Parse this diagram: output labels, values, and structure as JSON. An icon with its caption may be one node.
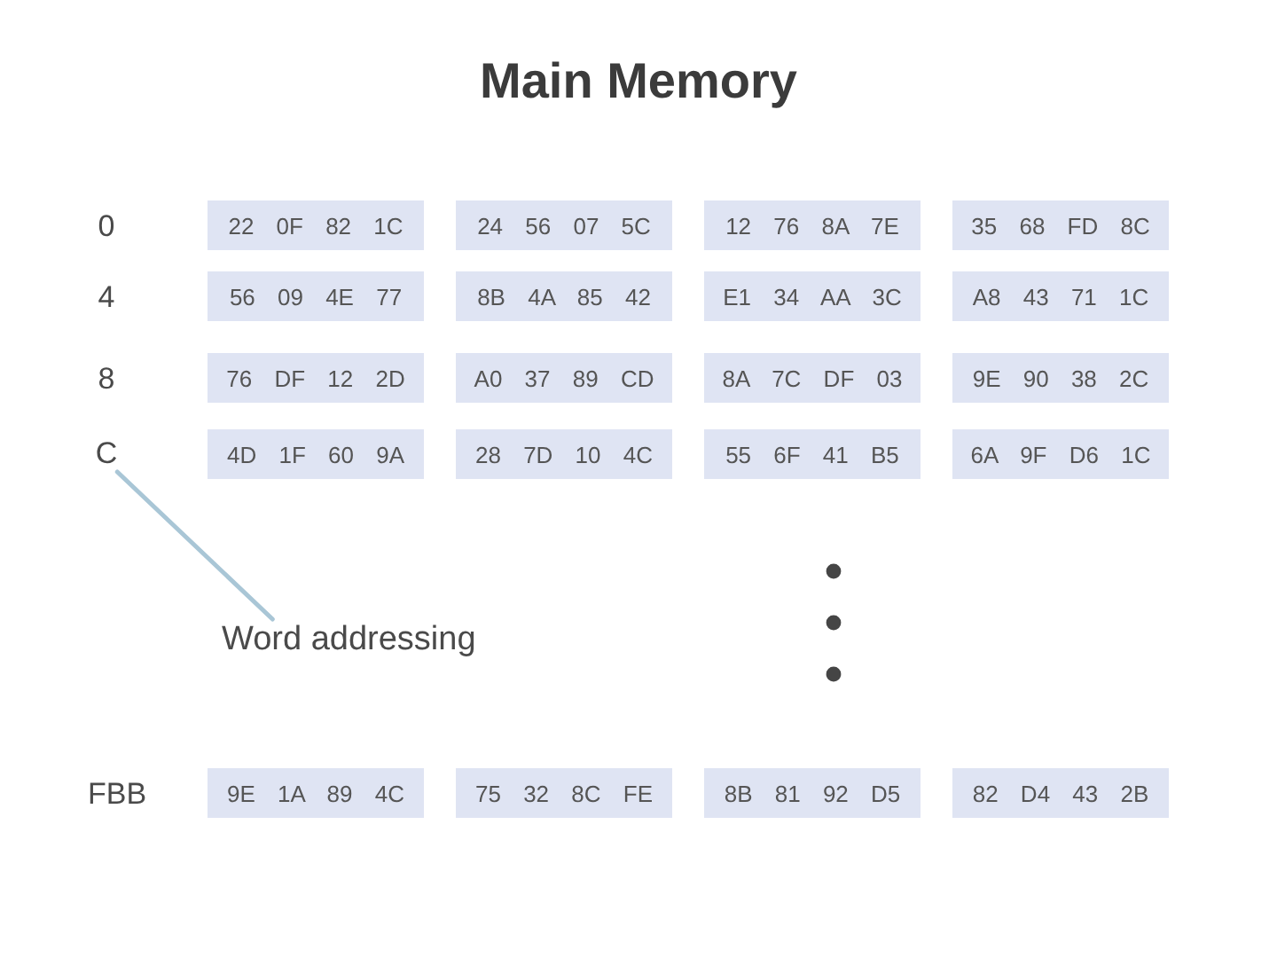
{
  "diagram": {
    "title": "Main Memory",
    "nodes": [
      {
        "text": [
          "22 0F 82 1C"
        ]
      },
      {
        "text": [
          "24 56 07 5C"
        ]
      },
      {
        "text": [
          "12 76 8A 7E"
        ]
      },
      {
        "text": [
          "35 68 FD 8C"
        ]
      },
      {
        "text": [
          "56 09 4E 77"
        ]
      },
      {
        "text": [
          "8B 4A 85 42"
        ]
      },
      {
        "text": [
          "E1 34 AA 3C"
        ]
      },
      {
        "text": [
          "A8 43 71 1C"
        ]
      },
      {
        "text": [
          "76 DF 12 2D"
        ]
      },
      {
        "text": [
          "A0 37 89 CD"
        ]
      },
      {
        "text": [
          "8A 7C DF 03"
        ]
      },
      {
        "text": [
          "9E 90 38 2C"
        ]
      },
      {
        "text": [
          "C"
        ]
      },
      {
        "text": [
          "4D 1F 60 9A"
        ]
      },
      {
        "text": [
          "28 7D 10 4C"
        ]
      },
      {
        "text": [
          "55 6F 41 B5"
        ]
      },
      {
        "text": [
          "6A 9F D6 1C"
        ]
      },
      {
        "text": [
          "Word addressing"
        ]
      },
      {
        "text": [
          "9E 1A 89 4C"
        ]
      },
      {
        "text": [
          "75 32 8C FE"
        ]
      },
      {
        "text": [
          "8B 81 92 D5"
        ]
      },
      {
        "text": [
          "82 D4 43 2B"
        ]
      }
    ],
    "edges": [
      {
        "from": 17,
        "to": 12,
        "arrow": "none"
      }
    ],
    "labels": [
      "0",
      "4",
      "8",
      "FBB"
    ]
  }
}
